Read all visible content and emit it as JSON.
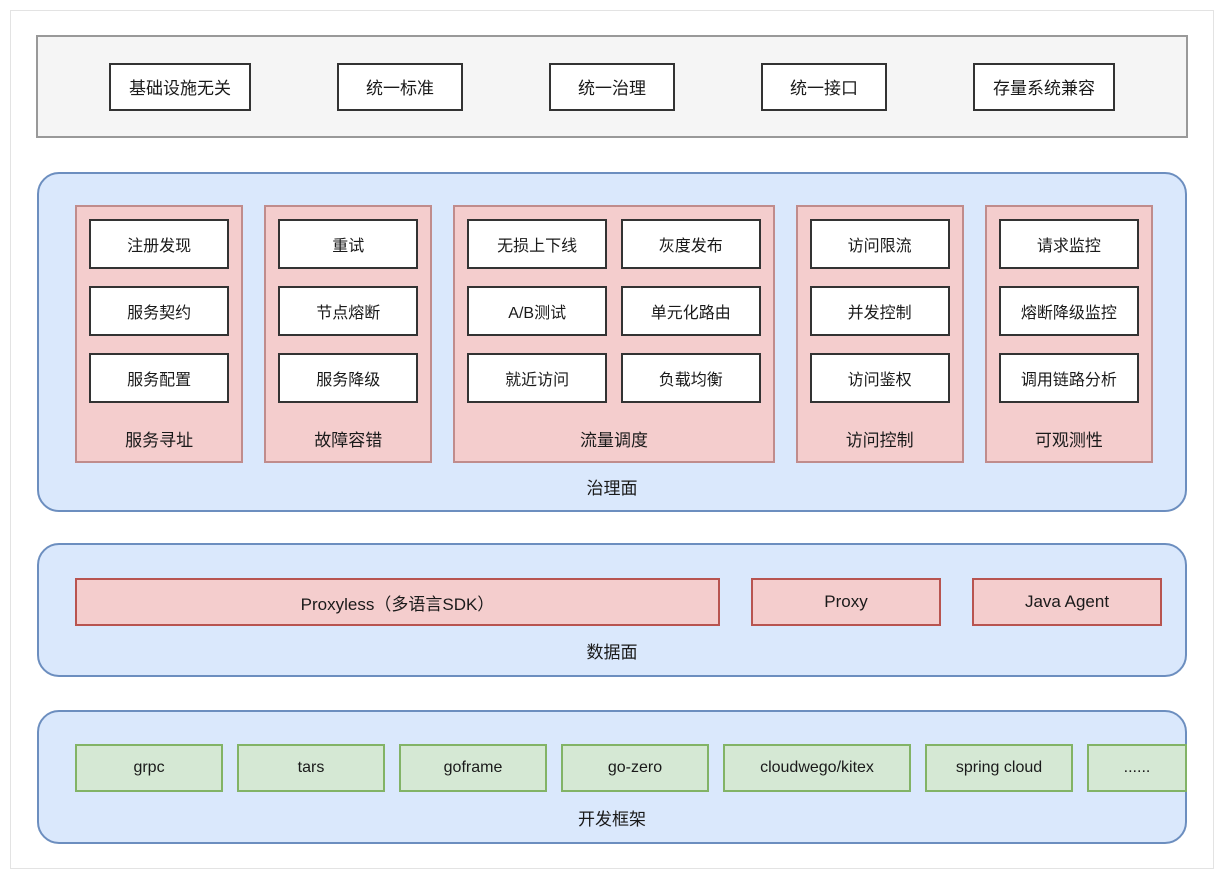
{
  "colors": {
    "layer_fill": "#dae8fc",
    "layer_border": "#6c8ebf",
    "group_fill": "#f4cdcd",
    "group_border": "#c08c8c",
    "data_box_border": "#b85450",
    "framework_fill": "#d5e8d4",
    "framework_border": "#82b366",
    "principles_fill": "#f5f5f5",
    "principles_border": "#999999",
    "item_fill": "#ffffff",
    "item_border": "#333333",
    "frame_border": "#e3e3e3"
  },
  "principles": {
    "items": [
      {
        "label": "基础设施无关"
      },
      {
        "label": "统一标准"
      },
      {
        "label": "统一治理"
      },
      {
        "label": "统一接口"
      },
      {
        "label": "存量系统兼容"
      }
    ]
  },
  "governance_plane": {
    "caption": "治理面",
    "groups": [
      {
        "title": "服务寻址",
        "columns": 1,
        "items": [
          "注册发现",
          "服务契约",
          "服务配置"
        ]
      },
      {
        "title": "故障容错",
        "columns": 1,
        "items": [
          "重试",
          "节点熔断",
          "服务降级"
        ]
      },
      {
        "title": "流量调度",
        "columns": 2,
        "items": [
          "无损上下线",
          "灰度发布",
          "A/B测试",
          "单元化路由",
          "就近访问",
          "负载均衡"
        ]
      },
      {
        "title": "访问控制",
        "columns": 1,
        "items": [
          "访问限流",
          "并发控制",
          "访问鉴权"
        ]
      },
      {
        "title": "可观测性",
        "columns": 1,
        "items": [
          "请求监控",
          "熔断降级监控",
          "调用链路分析"
        ]
      }
    ]
  },
  "data_plane": {
    "caption": "数据面",
    "boxes": [
      {
        "label": "Proxyless（多语言SDK）",
        "size": "wide"
      },
      {
        "label": "Proxy",
        "size": "narrow"
      },
      {
        "label": "Java Agent",
        "size": "narrow"
      }
    ]
  },
  "framework_plane": {
    "caption": "开发框架",
    "boxes": [
      {
        "label": "grpc"
      },
      {
        "label": "tars"
      },
      {
        "label": "goframe"
      },
      {
        "label": "go-zero"
      },
      {
        "label": "cloudwego/kitex"
      },
      {
        "label": "spring cloud"
      },
      {
        "label": "......"
      }
    ]
  }
}
